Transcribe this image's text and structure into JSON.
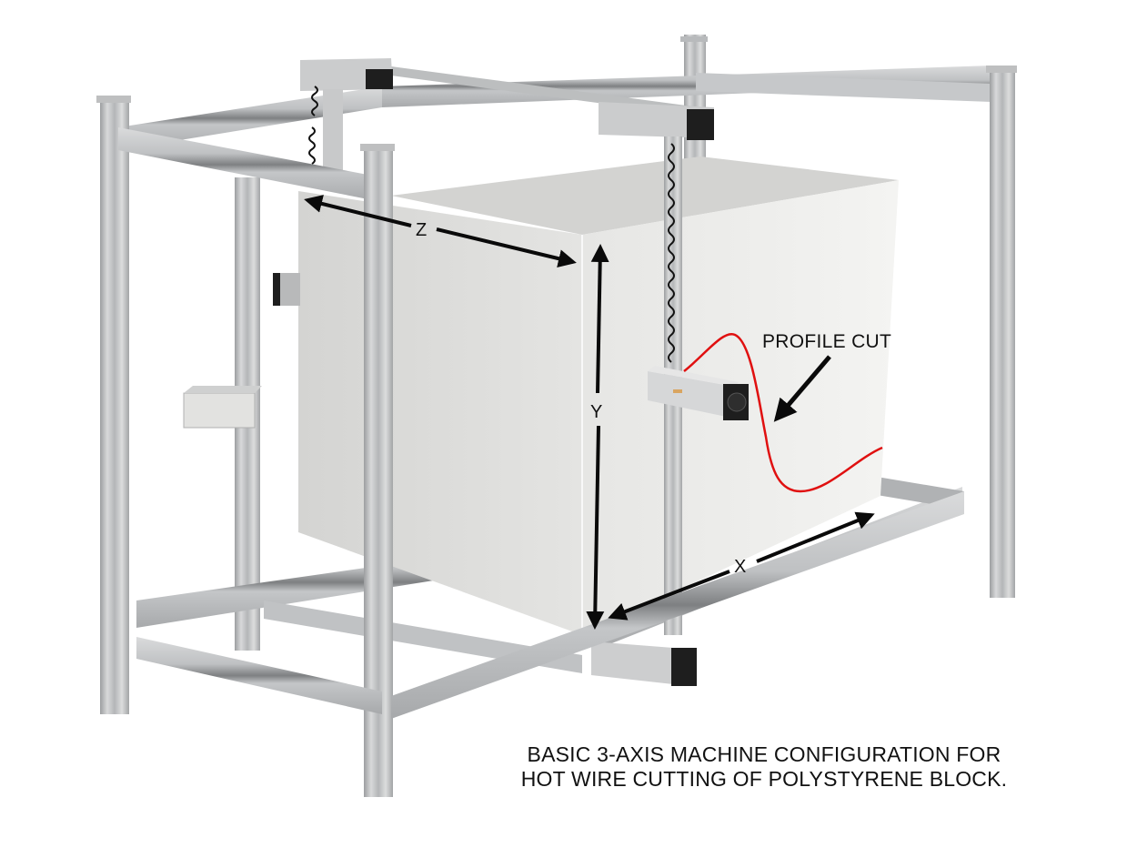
{
  "diagram": {
    "subject": "3-axis hot wire foam cutting machine",
    "caption": {
      "line1": "BASIC 3-AXIS MACHINE CONFIGURATION FOR",
      "line2": "HOT WIRE CUTTING OF POLYSTYRENE BLOCK."
    },
    "axes": {
      "x": "X",
      "y": "Y",
      "z": "Z"
    },
    "callouts": {
      "profile_cut": "PROFILE CUT"
    },
    "colors": {
      "background": "#ffffff",
      "frame_aluminum": "#c9cacb",
      "frame_shadow": "#8e9092",
      "foam_block_front": "#eeeeec",
      "foam_block_side": "#dededc",
      "foam_block_top": "#d2d2d0",
      "motor_housing": "#1e1e1e",
      "profile_cut_line": "#e01010",
      "annotation": "#0a0a0a"
    }
  }
}
